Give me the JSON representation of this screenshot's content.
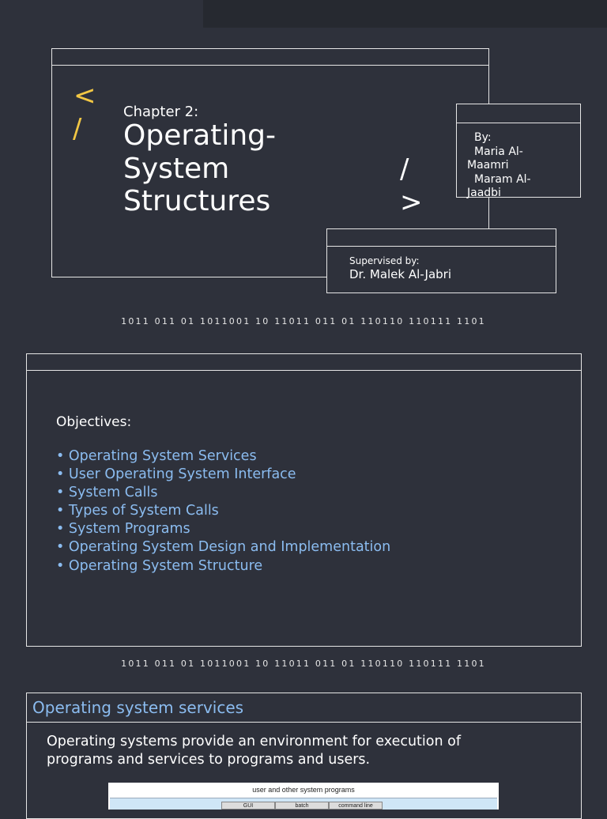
{
  "slide1": {
    "chapter": "Chapter 2:",
    "title_lines": [
      "Operating-",
      "System",
      "Structures"
    ],
    "deco_left": [
      "<",
      "/"
    ],
    "deco_right": [
      "/",
      ">"
    ],
    "by_label": "By:",
    "authors": [
      "Maria Al-Maamri",
      "Maram Al-Jaadbi"
    ],
    "supervised_label": "Supervised by:",
    "supervisor": "Dr. Malek Al-Jabri"
  },
  "binary_strip": "1011 011 01 1011001 10 11011 011 01 110110 110111 1101",
  "slide2": {
    "objectives_label": "Objectives:",
    "items": [
      "Operating System Services",
      "User Operating System Interface",
      "System Calls",
      "Types of System Calls",
      "System Programs",
      "Operating System Design and Implementation",
      "Operating System Structure"
    ]
  },
  "slide3": {
    "title": "Operating system services",
    "body": "Operating systems provide an environment for execution of programs and services to programs and users.",
    "diagram_title": "user and other system programs",
    "diagram_cells": [
      "GUI",
      "batch",
      "command line"
    ]
  },
  "colors": {
    "background": "#2e313b",
    "accent_yellow": "#f2c744",
    "accent_blue": "#8bbcf0",
    "line": "#e6e6e6"
  }
}
